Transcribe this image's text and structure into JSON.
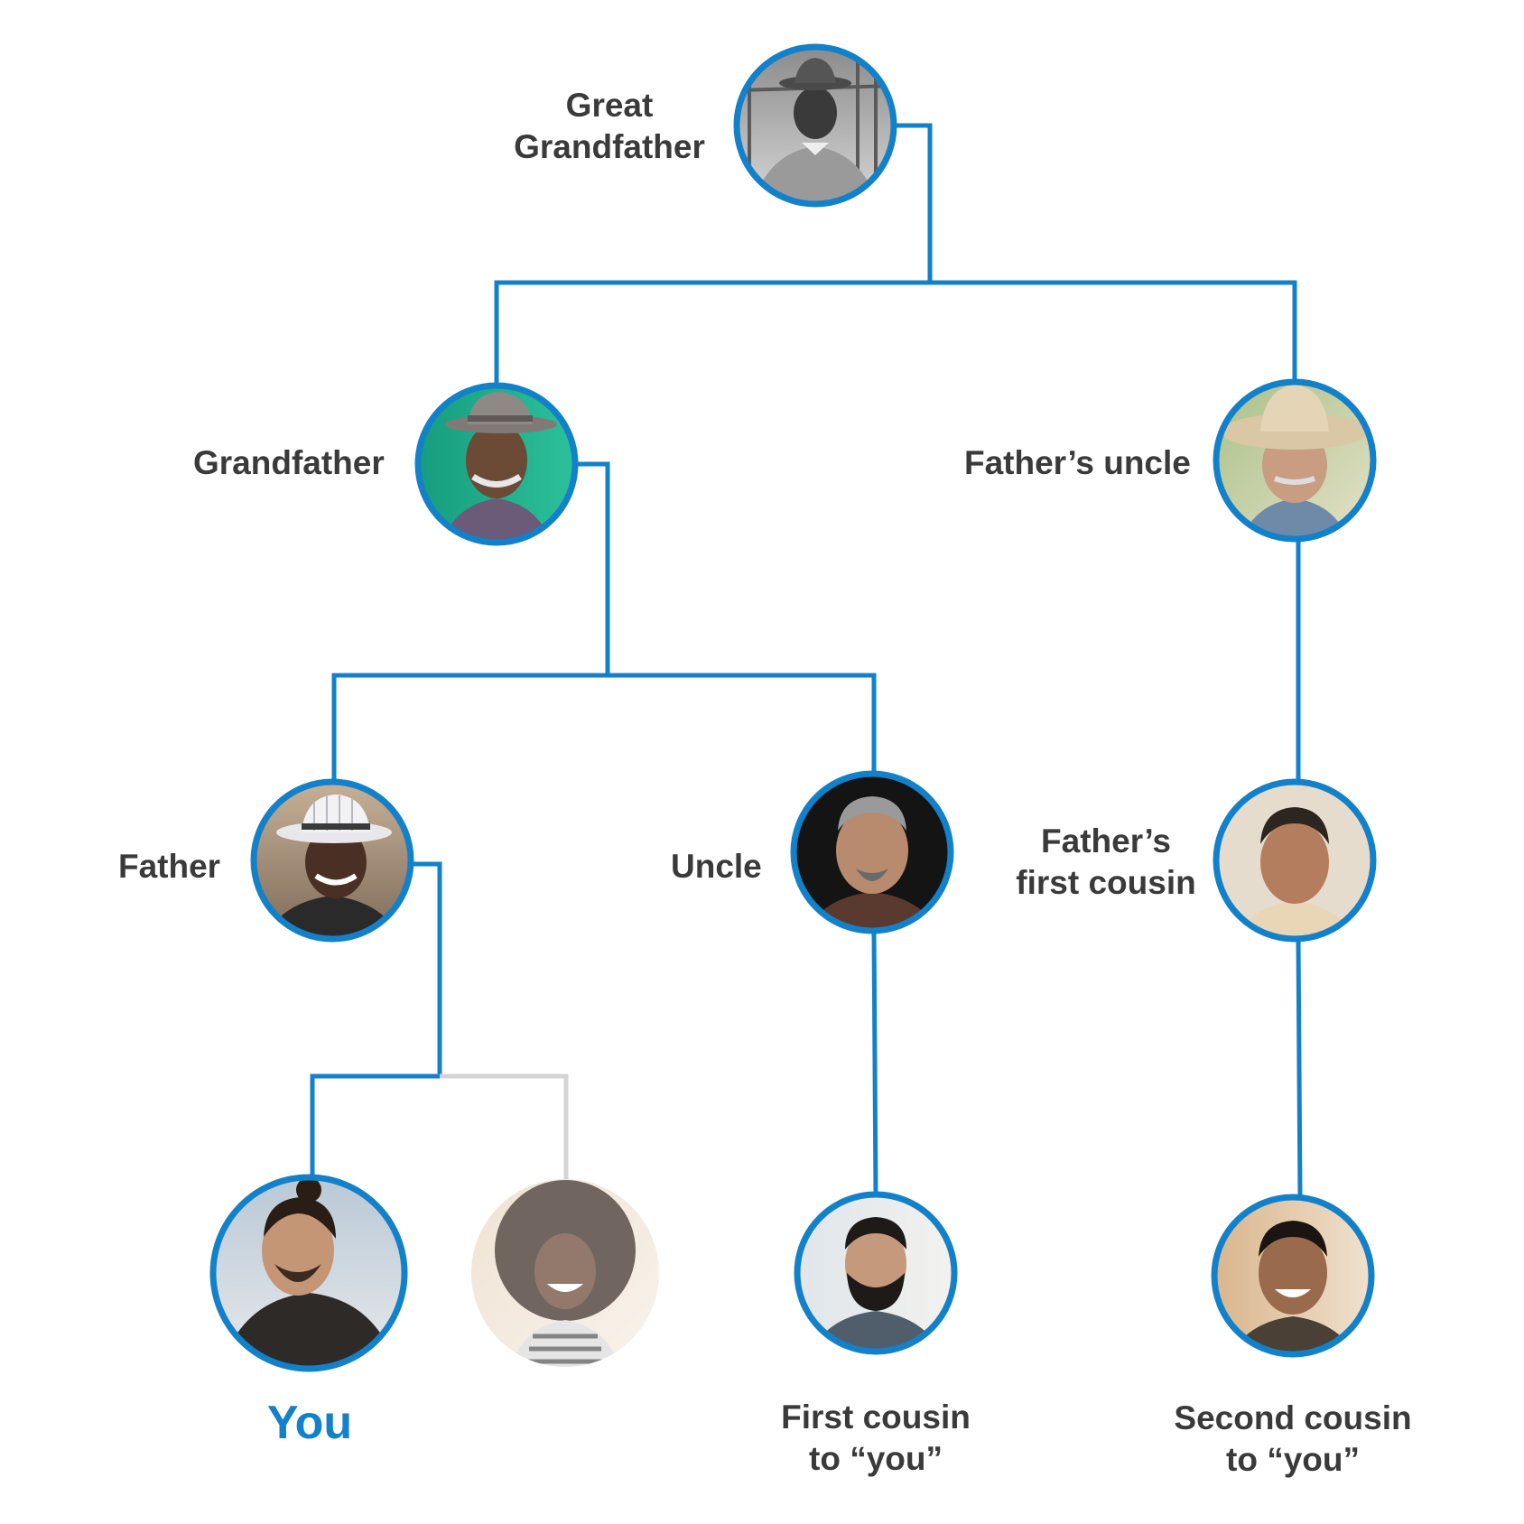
{
  "colors": {
    "line": "#1381c9",
    "line_faded": "#d4d4d4",
    "label": "#3a3a3a",
    "you_label": "#1381c9"
  },
  "people": {
    "great_grandfather": {
      "label": [
        "Great",
        "Grandfather"
      ],
      "photo": "vintage-bw-man-hat-portrait"
    },
    "grandfather": {
      "label": [
        "Grandfather"
      ],
      "photo": "elderly-man-hat-teal-bg-portrait"
    },
    "fathers_uncle": {
      "label": [
        "Father’s uncle"
      ],
      "photo": "elderly-man-cowboy-hat-portrait"
    },
    "father": {
      "label": [
        "Father"
      ],
      "photo": "smiling-man-white-hat-portrait"
    },
    "uncle": {
      "label": [
        "Uncle"
      ],
      "photo": "middle-aged-man-goatee-portrait"
    },
    "fathers_first_cousin": {
      "label": [
        "Father’s",
        "first cousin"
      ],
      "photo": "middle-aged-man-portrait"
    },
    "you": {
      "label": [
        "You"
      ],
      "photo": "young-man-man-bun-portrait"
    },
    "sibling": {
      "label": [],
      "photo": "young-woman-curly-hair-portrait"
    },
    "first_cousin": {
      "label": [
        "First cousin",
        "to “you”"
      ],
      "photo": "young-man-beard-portrait"
    },
    "second_cousin": {
      "label": [
        "Second cousin",
        "to “you”"
      ],
      "photo": "young-man-smiling-portrait"
    }
  }
}
